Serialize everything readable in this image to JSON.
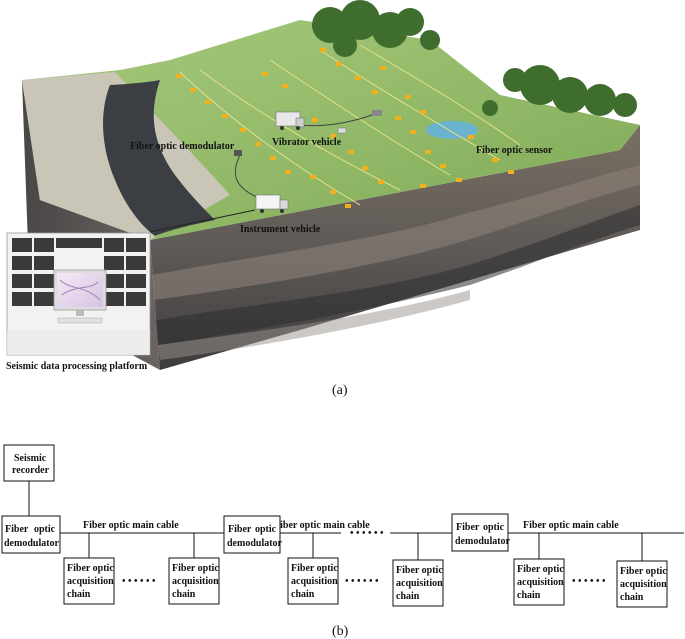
{
  "figure_a": {
    "labels": {
      "demodulator": "Fiber optic demodulator",
      "vibrator": "Vibrator vehicle",
      "sensor": "Fiber optic sensor",
      "instrument": "Instrument vehicle",
      "platform": "Seismic data processing platform"
    },
    "caption": "(a)",
    "colors": {
      "grass": "#8fb765",
      "road": "#3b3f44",
      "sensor": "#f0b11c",
      "rock": "#6a6560"
    }
  },
  "figure_b": {
    "recorder": {
      "line1": "Seismic",
      "line2": "recorder"
    },
    "demodulator": {
      "line1a": "Fiber",
      "line1b": "optic",
      "line2": "demodulator"
    },
    "main_cable": "Fiber optic main cable",
    "chain": {
      "line1": "Fiber optic",
      "line2": "acquisition",
      "line3": "chain"
    },
    "ellipsis": "• • • • • •",
    "caption": "(b)"
  }
}
